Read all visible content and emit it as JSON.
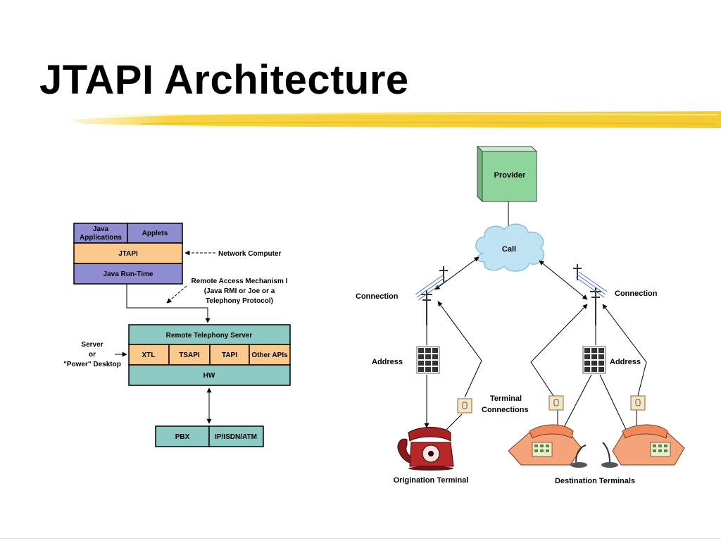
{
  "slide": {
    "title": "JTAPI Architecture"
  },
  "left_diagram": {
    "java_applications": [
      "Java",
      "Applications"
    ],
    "applets": "Applets",
    "jtapi": "JTAPI",
    "java_runtime": "Java Run-Time",
    "network_computer": "Network Computer",
    "remote_access": [
      "Remote Access Mechanism I",
      "(Java RMI or Joe or a",
      "Telephony Protocol)"
    ],
    "server_desktop": [
      "Server",
      "or",
      "\"Power\" Desktop"
    ],
    "remote_telephony_server": "Remote Telephony Server",
    "xtl": "XTL",
    "tsapi": "TSAPI",
    "tapi": "TAPI",
    "other_apis": "Other APIs",
    "hw": "HW",
    "pbx": "PBX",
    "ip_isdn_atm": "IP/ISDN/ATM"
  },
  "right_diagram": {
    "provider": "Provider",
    "call": "Call",
    "connection_left": "Connection",
    "connection_right": "Connection",
    "address_left": "Address",
    "address_right": "Address",
    "terminal_connections": [
      "Terminal",
      "Connections"
    ],
    "origination_terminal": "Origination Terminal",
    "destination_terminals": "Destination Terminals"
  },
  "colors": {
    "purple_box": "#8f8ccf",
    "orange_box": "#fbc98b",
    "teal_box": "#8ecac4",
    "provider_green": "#8fd49a",
    "cloud_blue": "#bfe3f3",
    "highlight_yellow": "#f6cf2a"
  }
}
